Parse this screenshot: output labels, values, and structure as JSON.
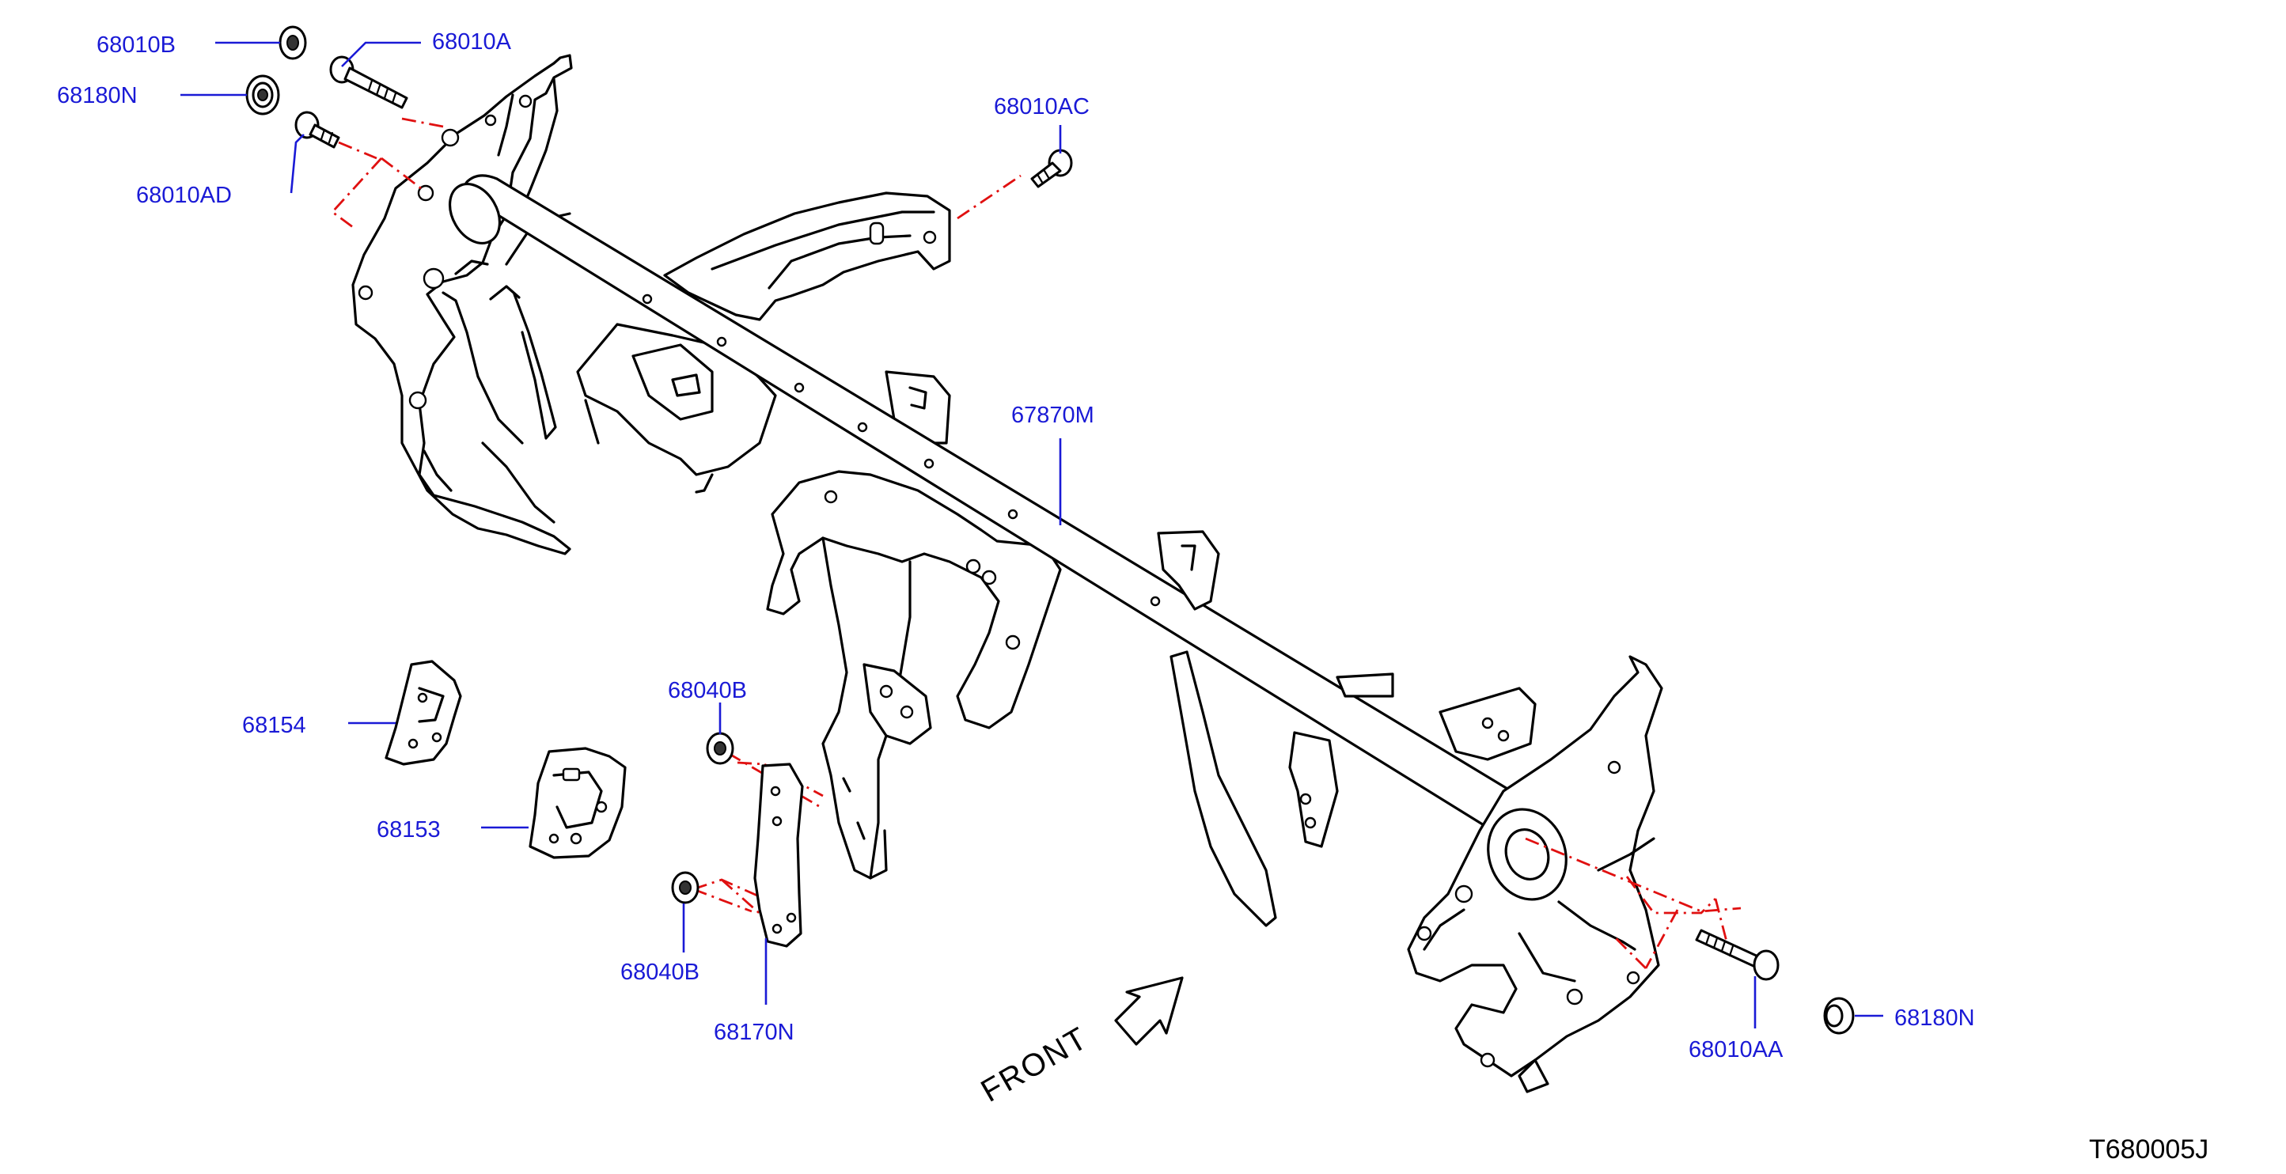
{
  "diagram": {
    "drawing_code": "T680005J",
    "direction_label": "FRONT",
    "callouts": [
      {
        "id": "68010B",
        "label": "68010B"
      },
      {
        "id": "68010A",
        "label": "68010A"
      },
      {
        "id": "68180N_left",
        "label": "68180N"
      },
      {
        "id": "68010AD",
        "label": "68010AD"
      },
      {
        "id": "68010AC",
        "label": "68010AC"
      },
      {
        "id": "67870M",
        "label": "67870M"
      },
      {
        "id": "68154",
        "label": "68154"
      },
      {
        "id": "68153",
        "label": "68153"
      },
      {
        "id": "68040B_upper",
        "label": "68040B"
      },
      {
        "id": "68040B_lower",
        "label": "68040B"
      },
      {
        "id": "68170N",
        "label": "68170N"
      },
      {
        "id": "68010AA",
        "label": "68010AA"
      },
      {
        "id": "68180N_right",
        "label": "68180N"
      }
    ],
    "colors": {
      "callout_text": "#1a1ad6",
      "reference_line": "#e01010",
      "linework": "#000000"
    }
  }
}
